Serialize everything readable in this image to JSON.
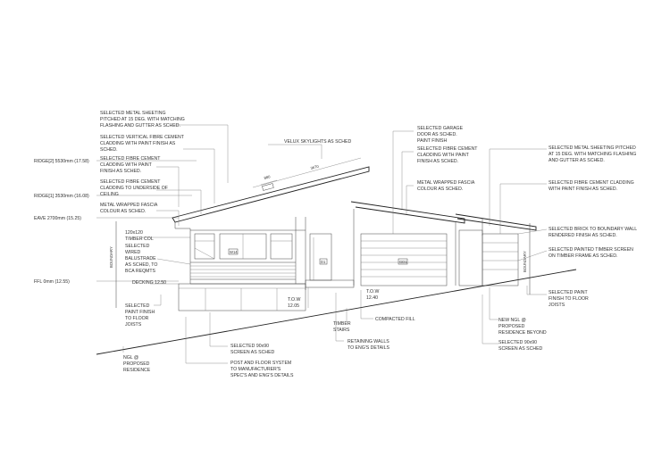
{
  "levels": {
    "ridge2": "RIDGE[2] 5530mm (17.58)",
    "ridge1": "RIDGE[1] 3530mm (16.08)",
    "eave": "EAVE 2700mm (15.25)",
    "ffl": "FFL 0mm (12.55)"
  },
  "boundary_left": "BOUNDARY",
  "boundary_right": "BOUNDARY",
  "dimensions": {
    "a": "3670",
    "b": "880"
  },
  "left_notes": {
    "roof_sheeting": [
      "SELECTED METAL SHEETING",
      "PITCHED AT 15 DEG. WITH MATCHING",
      "FLASHING AND GUTTER AS SCHED."
    ],
    "vertical_cladding": [
      "SELECTED VERTICAL FIBRE CEMENT",
      "CLADDING WITH PAINT FINISH AS",
      "SCHED."
    ],
    "fibre_cement": [
      "SELECTED FIBRE CEMENT",
      "CLADDING WITH PAINT",
      "FINISH AS SCHED."
    ],
    "fibre_underside": [
      "SELECTED FIBRE CEMENT",
      "CLADDING TO UNDERSIDE OF",
      "CEILING"
    ],
    "fascia": [
      "METAL WRAPPED FASCIA",
      "COLOUR AS SCHED."
    ],
    "timber_col": [
      "120x120",
      "TIMBER COL"
    ],
    "balustrade": [
      "SELECTED",
      "WIRED",
      "BALUSTRADE",
      "AS SCHED, TO",
      "BCA REQMTS"
    ],
    "decking": "DECKING 12.50",
    "paint_left": [
      "SELECTED",
      "PAINT FINISH",
      "TO FLOOR",
      "JOISTS"
    ]
  },
  "centre_notes": {
    "velux": "VELUX SKYLIGHTS AS SCHED",
    "garage": [
      "SELECTED GARAGE",
      "DOOR AS SCHED.",
      "PAINT FINISH"
    ],
    "fibre_centre": [
      "SELECTED FIBRE CEMENT",
      "CLADDING WITH PAINT",
      "FINISH AS SCHED."
    ],
    "fascia_centre": [
      "METAL WRAPPED FASCIA",
      "COLOUR AS SCHED."
    ],
    "tow_left": [
      "T.O.W",
      "12.05"
    ],
    "tow_right": [
      "T.O.W",
      "12.40"
    ],
    "compacted": "COMPACTED FILL",
    "stairs": [
      "TIMBER",
      "STAIRS"
    ],
    "retaining": [
      "RETAINING WALLS",
      "TO ENG'S DETAILS"
    ],
    "screen_left": [
      "SELECTED 90x90",
      "SCREEN AS SCHED"
    ],
    "post_floor": [
      "POST AND FLOOR SYSTEM",
      "TO MANUFACTURER'S",
      "SPEC'S AND ENG'S DETAILS"
    ],
    "ngl_left": [
      "NGL @",
      "PROPOSED",
      "RESIDENCE"
    ]
  },
  "right_notes": {
    "roof_sheeting": [
      "SELECTED METAL SHEETING PITCHED",
      "AT 15 DEG. WITH MATCHING FLASHING",
      "AND GUTTER AS SCHED."
    ],
    "fibre_right": [
      "SELECTED FIBRE CEMENT CLADDING",
      "WITH PAINT FINISH AS SCHED."
    ],
    "brick": [
      "SELECTED BRICK TO BOUNDARY WALL",
      "RENDERED FINISH AS SCHED."
    ],
    "timber_screen": [
      "SELECTED PAINTED TIMBER SCREEN",
      "ON TIMBER FRAME AS SCHED."
    ],
    "paint_right": [
      "SELECTED PAINT",
      "FINISH TO FLOOR",
      "JOISTS"
    ],
    "ngl_right": [
      "NEW NGL @",
      "PROPOSED",
      "RESIDENCE BEYOND"
    ],
    "screen_right": [
      "SELECTED 90x90",
      "SCREEN AS SCHED"
    ]
  },
  "tags": {
    "w1": "W14",
    "d1": "D1",
    "gd": "GD1"
  }
}
